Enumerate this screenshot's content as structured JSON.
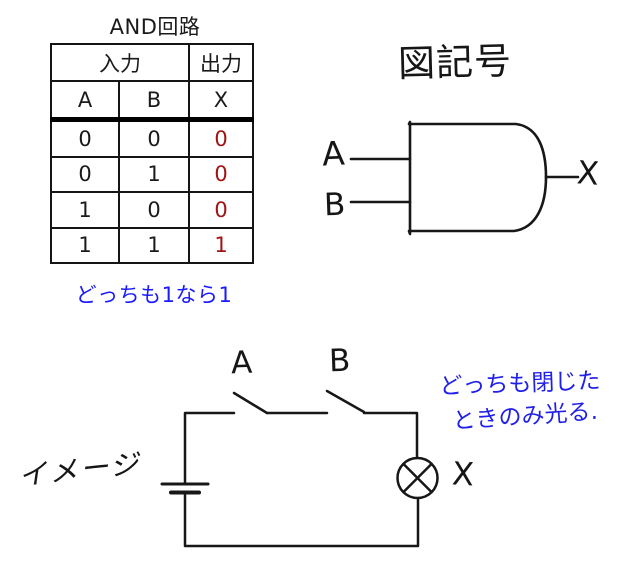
{
  "truth_table": {
    "title": "AND回路",
    "header_input": "入力",
    "header_output": "出力",
    "columns": [
      "A",
      "B",
      "X"
    ],
    "rows": [
      [
        "0",
        "0",
        "0"
      ],
      [
        "0",
        "1",
        "0"
      ],
      [
        "1",
        "0",
        "0"
      ],
      [
        "1",
        "1",
        "1"
      ]
    ],
    "caption": "どっちも1なら1"
  },
  "gate": {
    "heading": "図記号",
    "input_a": "A",
    "input_b": "B",
    "output": "X"
  },
  "circuit": {
    "heading": "イメージ",
    "switch_a": "A",
    "switch_b": "B",
    "lamp": "X",
    "note_line1": "どっちも閉じた",
    "note_line2": "ときのみ光る."
  },
  "colors": {
    "ink": "#171717",
    "output_value_red": "#a01414",
    "annotation_blue": "#2020e8",
    "caption_blue": "#1a1aff"
  }
}
